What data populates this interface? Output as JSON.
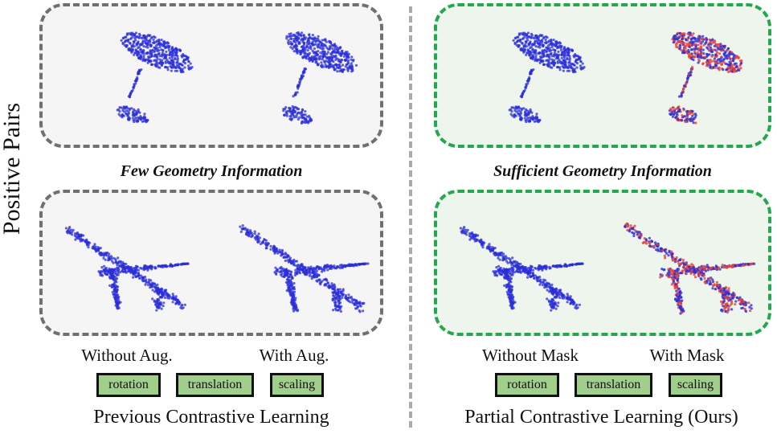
{
  "y_axis_label": "Positive Pairs",
  "left": {
    "top_caption": "Few Geometry Information",
    "label_without": "Without Aug.",
    "label_with": "With Aug.",
    "chips": [
      "rotation",
      "translation",
      "scaling"
    ],
    "bottom_title": "Previous Contrastive Learning"
  },
  "right": {
    "top_caption": "Sufficient Geometry Information",
    "label_without": "Without Mask",
    "label_with": "With Mask",
    "chips": [
      "rotation",
      "translation",
      "scaling"
    ],
    "bottom_title": "Partial Contrastive Learning (Ours)"
  },
  "colors": {
    "point_blue": "#2b2fd8",
    "point_red": "#e8413a",
    "grey_border": "#707070",
    "green_border": "#23a74f",
    "chip_fill": "#9fcf8a"
  }
}
